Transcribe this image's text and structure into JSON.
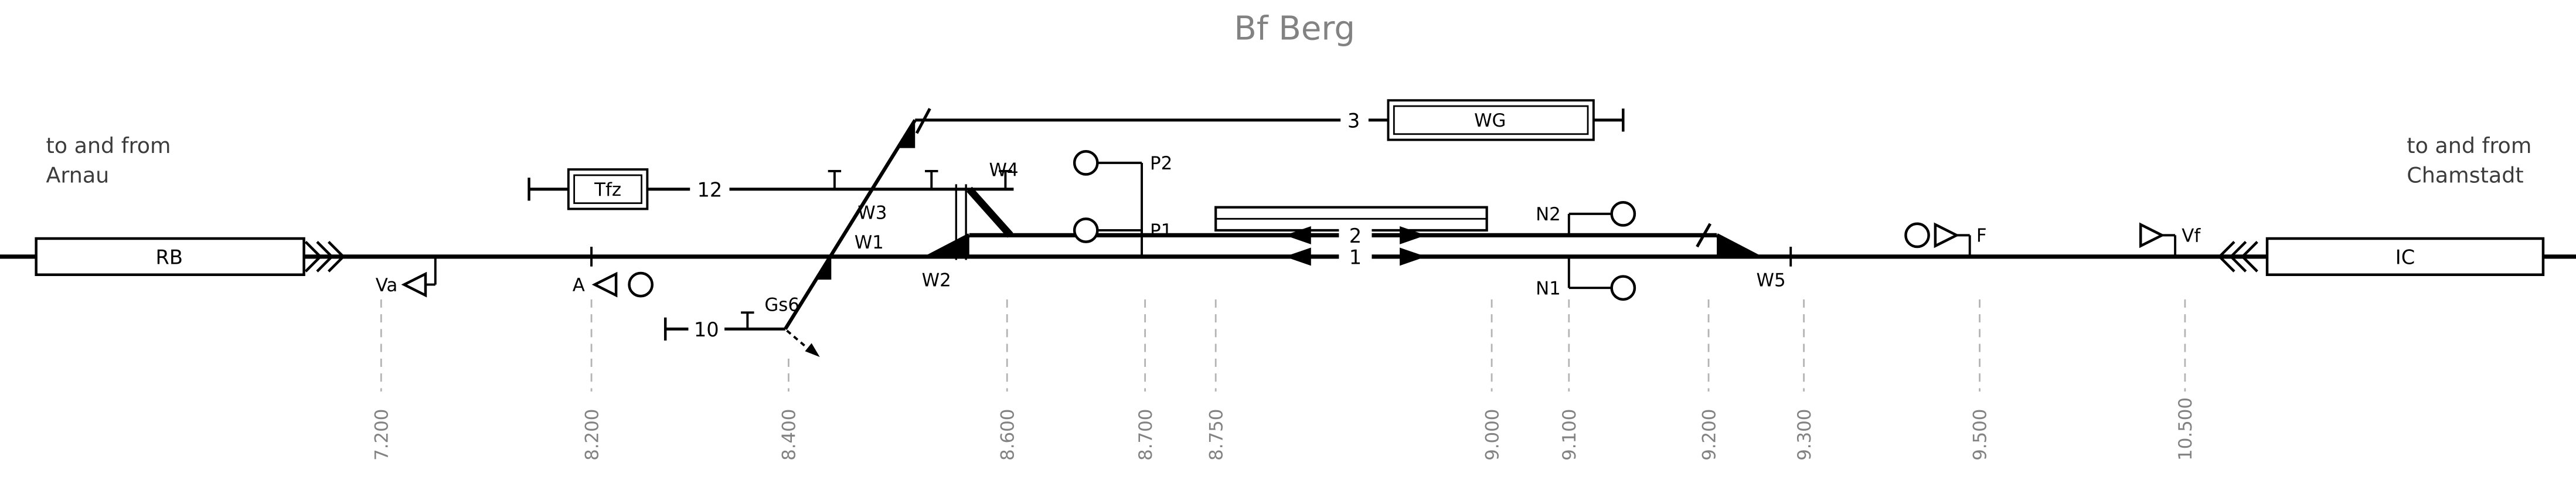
{
  "title": "Bf Berg",
  "left_note": {
    "line1": "to and from",
    "line2": "Arnau"
  },
  "right_note": {
    "line1": "to and from",
    "line2": "Chamstadt"
  },
  "trains": {
    "rb": "RB",
    "ic": "IC"
  },
  "buildings": {
    "tfz": "Tfz",
    "wg": "WG"
  },
  "track_labels": {
    "t1": "1",
    "t2": "2",
    "t3": "3",
    "t10": "10",
    "t12": "12"
  },
  "switch_labels": {
    "w1": "W1",
    "w2": "W2",
    "w3": "W3",
    "w4": "W4",
    "w5": "W5"
  },
  "signal_labels": {
    "va": "Va",
    "a": "A",
    "gs6": "Gs6",
    "p1": "P1",
    "p2": "P2",
    "n1": "N1",
    "n2": "N2",
    "f": "F",
    "vf": "Vf"
  },
  "km_marks": [
    "7.200",
    "8.200",
    "8.400",
    "8.600",
    "8.700",
    "8.750",
    "9.000",
    "9.100",
    "9.200",
    "9.300",
    "9.500",
    "10.500"
  ],
  "colors": {
    "title": "#828282",
    "km_label": "#828282",
    "km_line": "#b4b4b4",
    "track": "#000000"
  }
}
